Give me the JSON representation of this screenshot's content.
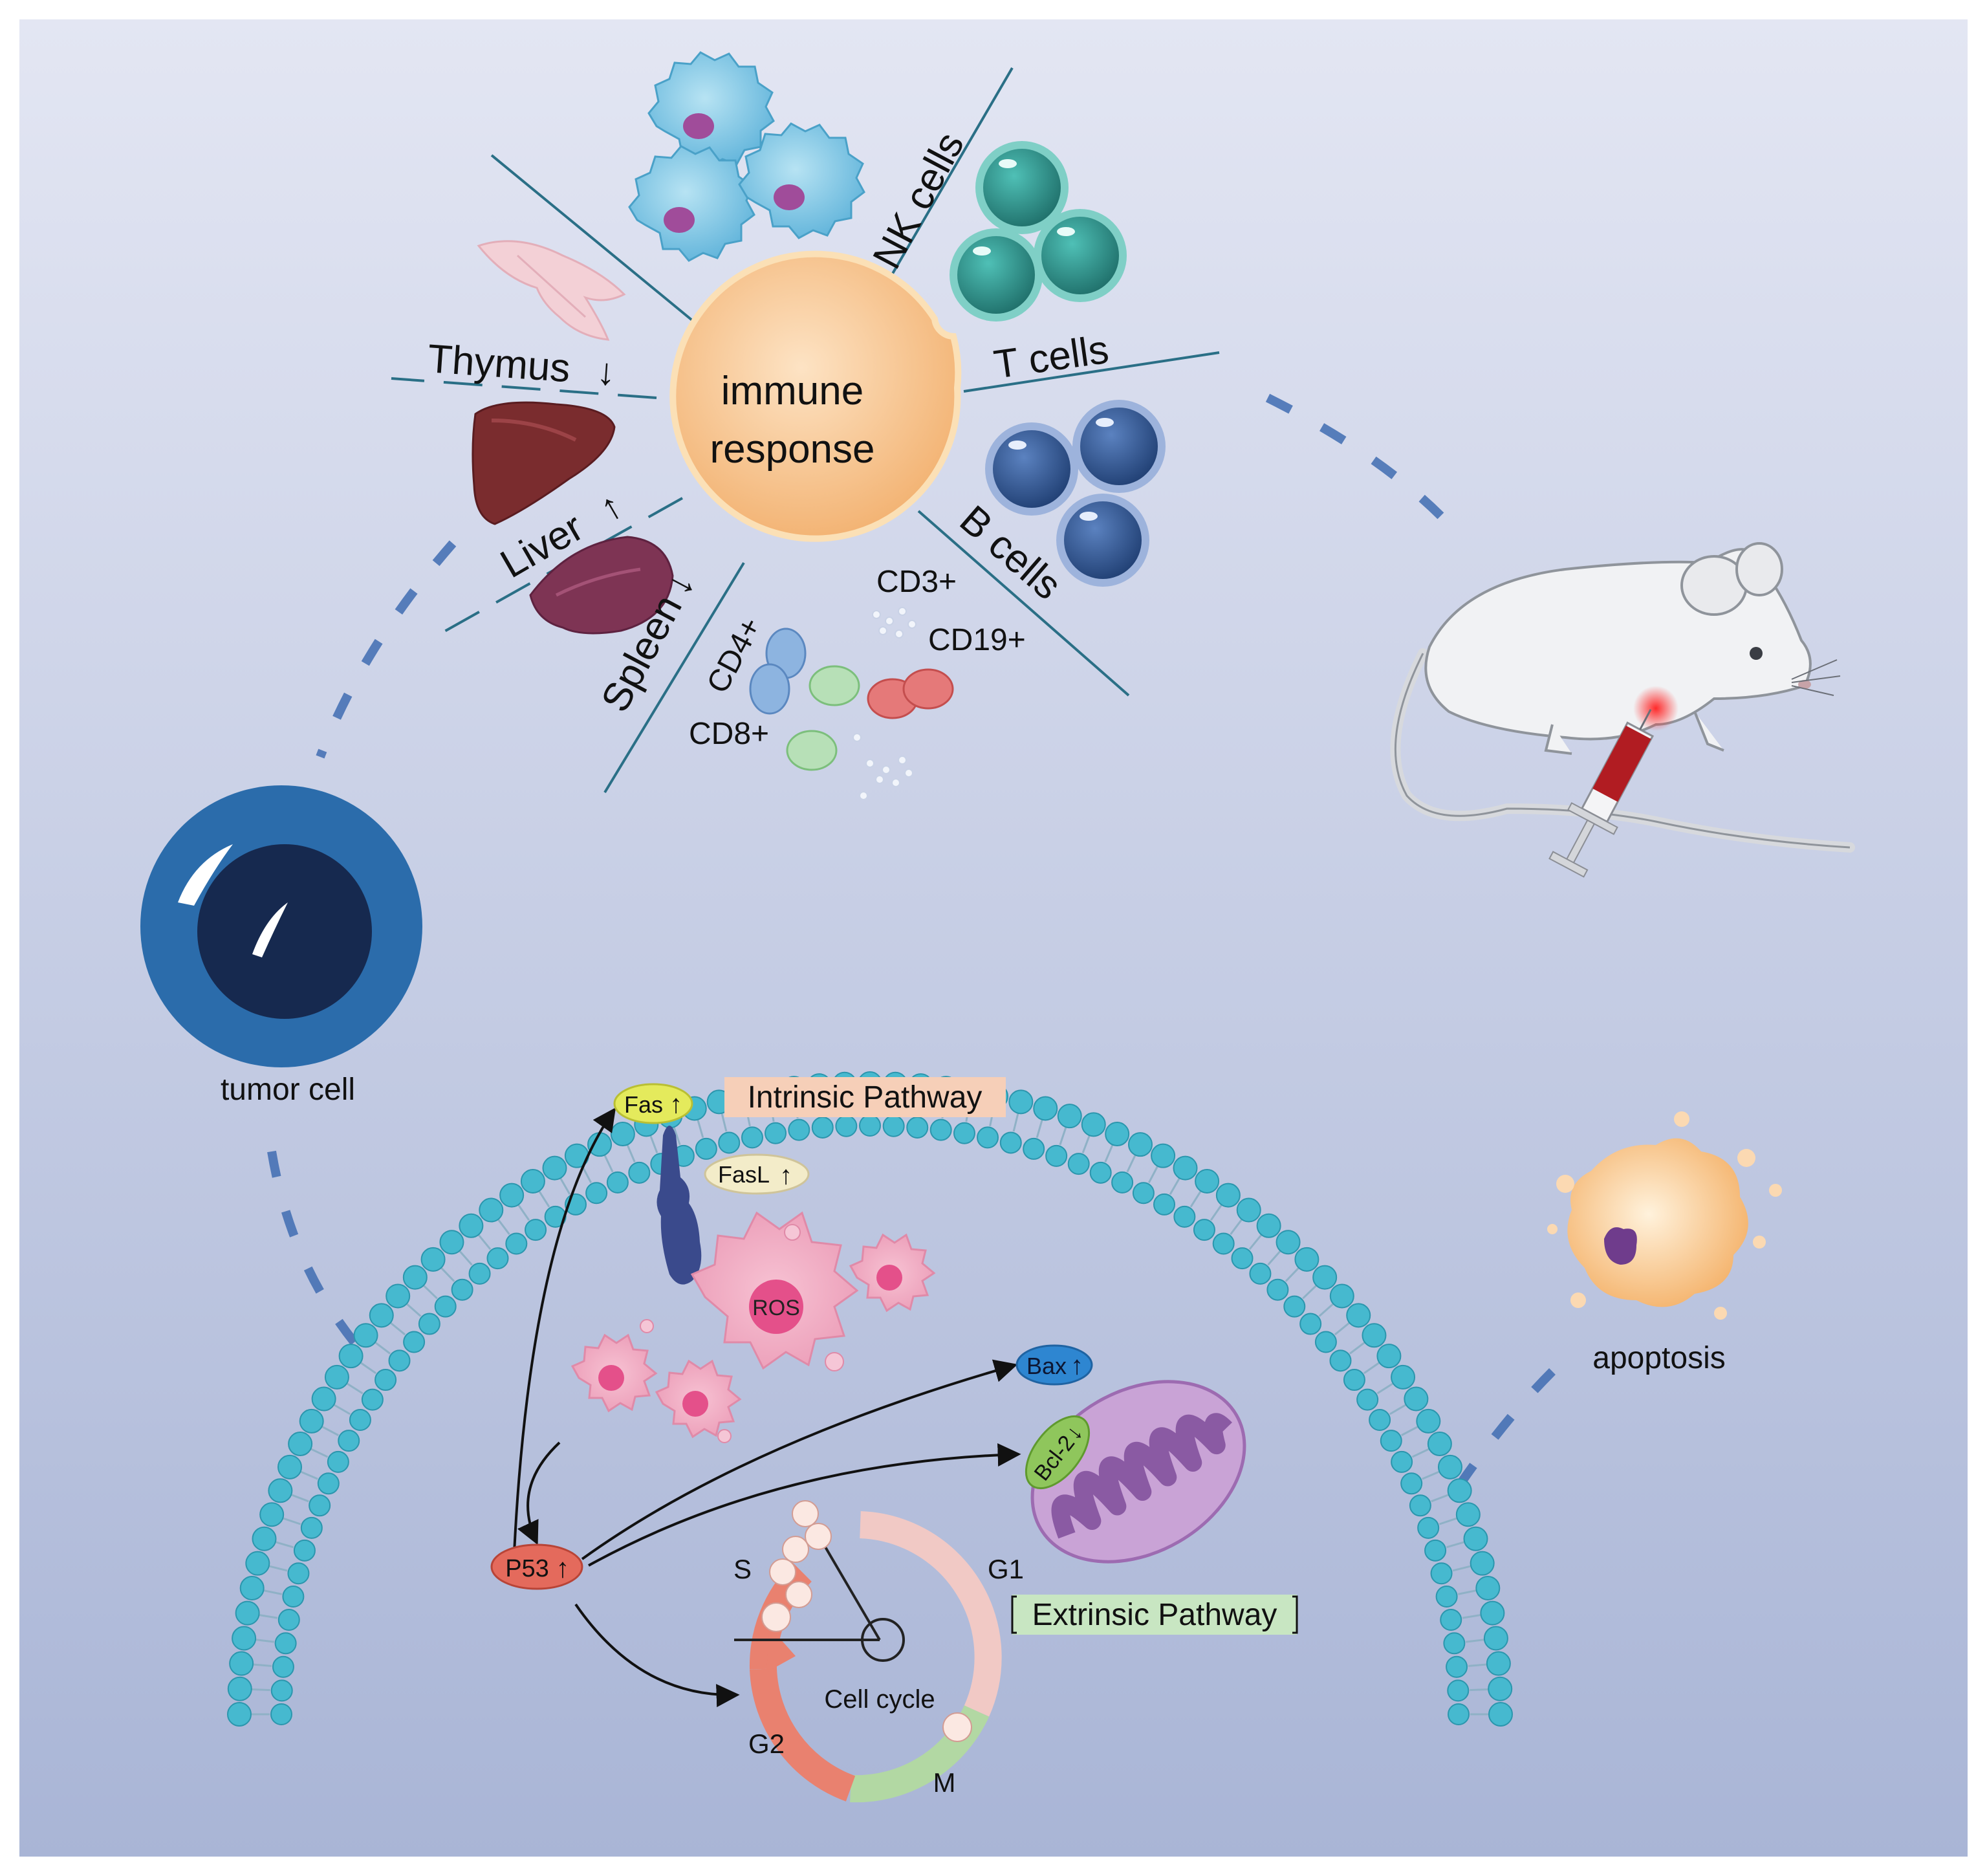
{
  "labels": {
    "immune_1": "immune",
    "immune_2": "response",
    "nk": "NK cells",
    "t": "T cells",
    "b": "B cells",
    "thymus": "Thymus",
    "liver": "Liver",
    "spleen": "Spleen",
    "cd4": "CD4+",
    "cd8": "CD8+",
    "cd3": "CD3+",
    "cd19": "CD19+",
    "tumor": "tumor cell",
    "apoptosis": "apoptosis",
    "intrinsic": "Intrinsic Pathway",
    "extrinsic": "Extrinsic Pathway",
    "fas": "Fas",
    "fasl": "FasL",
    "ros": "ROS",
    "bax": "Bax",
    "bcl2": "Bcl-2",
    "p53": "P53",
    "s": "S",
    "g1": "G1",
    "g2": "G2",
    "m": "M",
    "cellcycle": "Cell cycle"
  },
  "arrows": {
    "up": "↑",
    "down": "↓"
  },
  "colors": {
    "background_top": "#e3e6f3",
    "background_bottom": "#a9b5d6",
    "immune_center": "#f7c08a",
    "nk_cell": "#7cc4e2",
    "t_cell": "#2f9c95",
    "b_cell": "#3c5f9a",
    "membrane_bead": "#46b9cf",
    "tumor_outer": "#2b6cab",
    "tumor_inner": "#16294f",
    "mitochondrion": "#9d6bb1",
    "p53_badge": "#e46a5c",
    "bax_badge": "#2e86d1",
    "bcl2_badge": "#8fc65c",
    "fas_badge": "#e4ea5c",
    "fasl_badge": "#f3ecc9",
    "intrinsic_box": "#f6cfb8",
    "extrinsic_box": "#c8e6c2",
    "dashed_arc": "#3f6cb2"
  }
}
